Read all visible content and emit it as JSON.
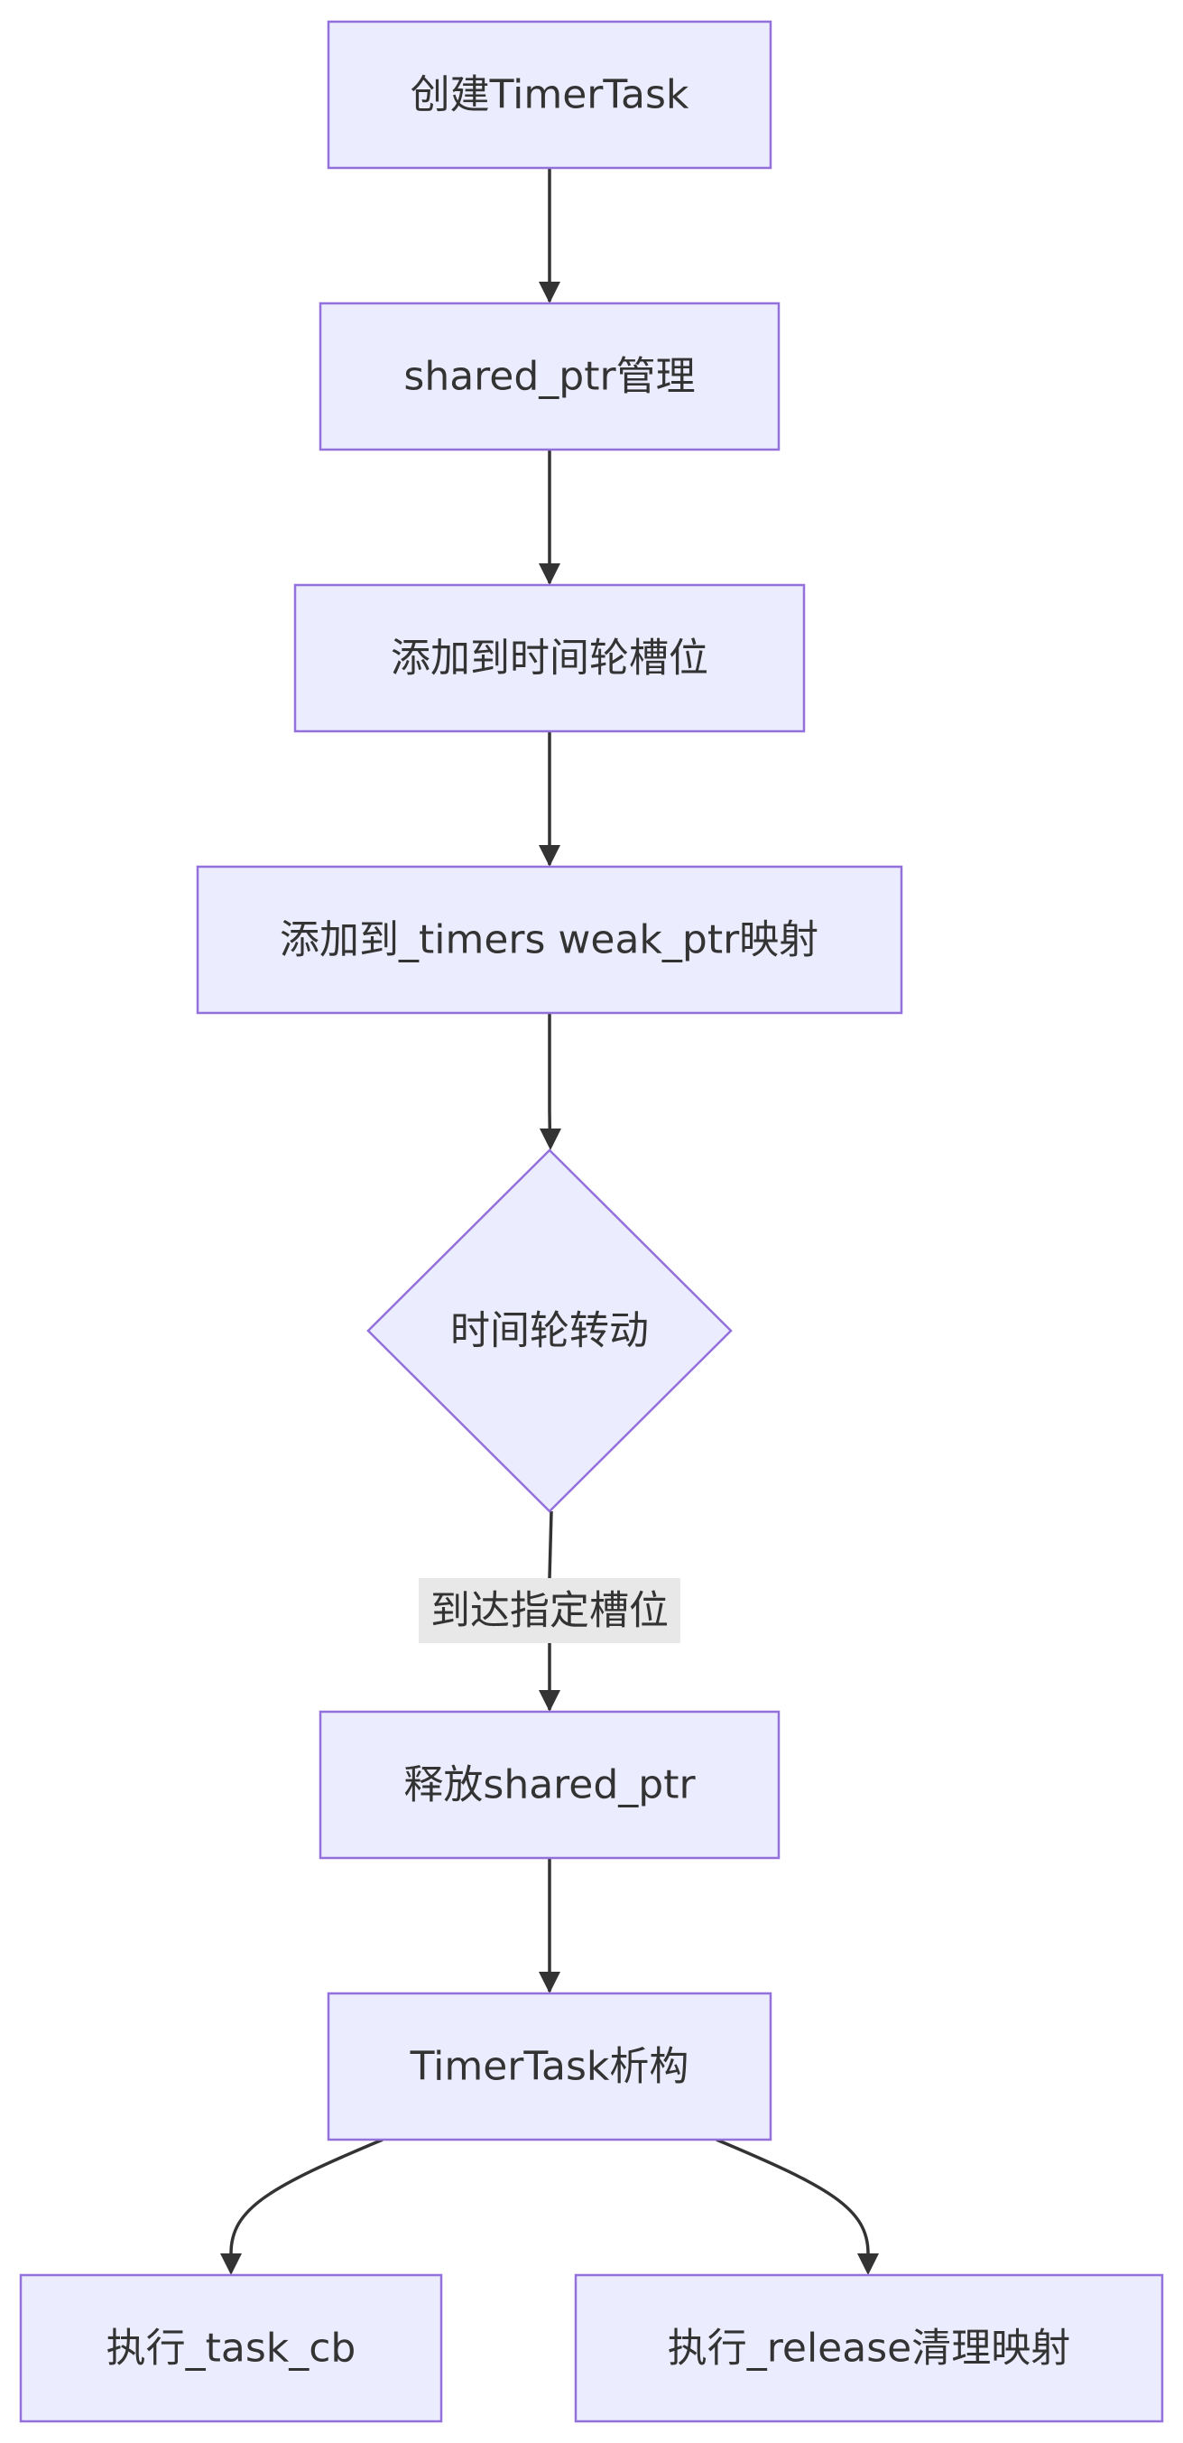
{
  "diagram": {
    "type": "flowchart",
    "colors": {
      "node_fill": "#ECECFF",
      "node_stroke": "#9370DB",
      "edge": "#333333",
      "text": "#333333",
      "edge_label_bg": "#e8e8e8"
    },
    "nodes": {
      "create": "创建TimerTask",
      "shared": "shared_ptr管理",
      "add_slot": "添加到时间轮槽位",
      "add_timers": "添加到_timers weak_ptr映射",
      "rotate": "时间轮转动",
      "release": "释放shared_ptr",
      "destruct": "TimerTask析构",
      "exec_task": "执行_task_cb",
      "exec_release": "执行_release清理映射"
    },
    "edges": [
      {
        "from": "create",
        "to": "shared",
        "label": ""
      },
      {
        "from": "shared",
        "to": "add_slot",
        "label": ""
      },
      {
        "from": "add_slot",
        "to": "add_timers",
        "label": ""
      },
      {
        "from": "add_timers",
        "to": "rotate",
        "label": ""
      },
      {
        "from": "rotate",
        "to": "release",
        "label": "到达指定槽位"
      },
      {
        "from": "release",
        "to": "destruct",
        "label": ""
      },
      {
        "from": "destruct",
        "to": "exec_task",
        "label": ""
      },
      {
        "from": "destruct",
        "to": "exec_release",
        "label": ""
      }
    ]
  }
}
